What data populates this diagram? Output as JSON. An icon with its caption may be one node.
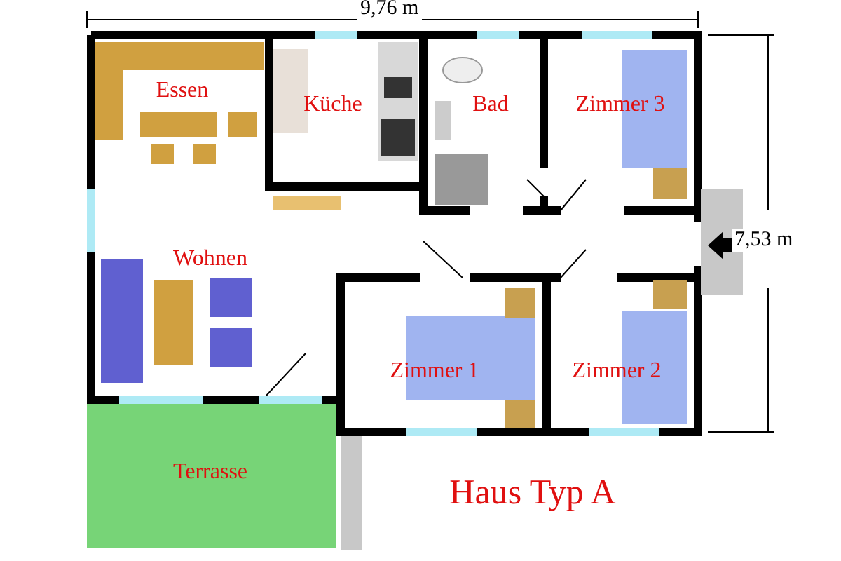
{
  "diagram": {
    "title": "Haus Typ A",
    "nodes": [
      {
        "text": [
          "Essen"
        ]
      },
      {
        "text": [
          "Küche"
        ]
      },
      {
        "text": [
          "Bad"
        ]
      },
      {
        "text": [
          "Zimmer 3"
        ]
      },
      {
        "text": [
          "Wohnen"
        ]
      },
      {
        "text": [
          "Zimmer 1"
        ]
      },
      {
        "text": [
          "Zimmer 2"
        ]
      },
      {
        "text": [
          "Terrasse"
        ]
      }
    ],
    "edges": [],
    "labels": [
      "9,76 m",
      "7,53 m"
    ]
  }
}
